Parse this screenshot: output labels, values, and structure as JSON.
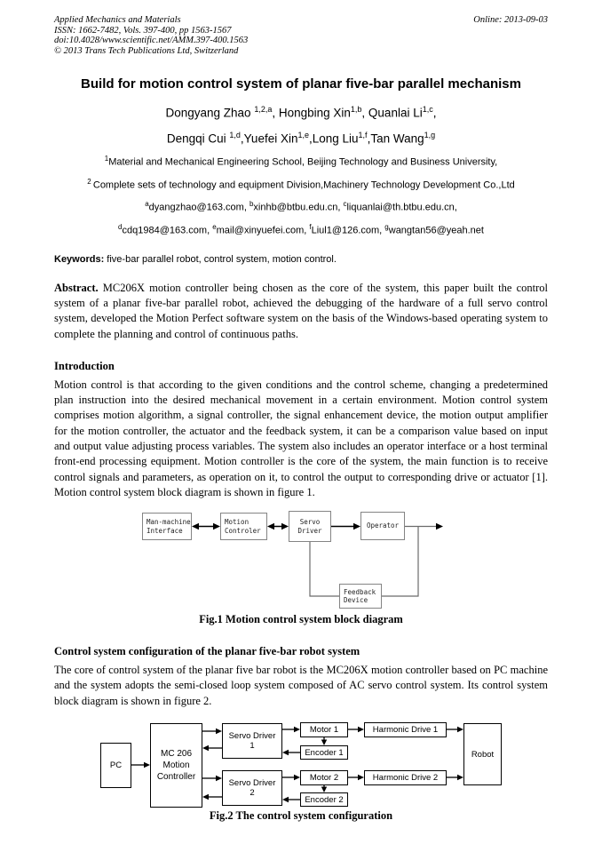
{
  "header": {
    "journal": "Applied Mechanics and Materials",
    "issn_line": "ISSN: 1662-7482, Vols. 397-400, pp 1563-1567",
    "doi_line": "doi:10.4028/www.scientific.net/AMM.397-400.1563",
    "copyright_line": "© 2013 Trans Tech Publications Ltd, Switzerland",
    "online_date": "Online: 2013-09-03"
  },
  "title": "Build for motion control system of planar five-bar parallel mechanism",
  "byline": {
    "line1": [
      "Dongyang Zhao ",
      "1,2,a",
      ", Hongbing Xin",
      "1,b",
      ", Quanlai Li",
      "1,c",
      ","
    ],
    "line2": [
      "Dengqi Cui ",
      "1,d",
      ",Yuefei Xin",
      "1,e",
      ",Long Liu",
      "1,f",
      ",Tan Wang",
      "1,g"
    ]
  },
  "affiliations": {
    "a1_sup": "1",
    "a1_text": "Material and Mechanical Engineering School, Beijing Technology and Business University,",
    "a2_sup": "2 ",
    "a2_text": "Complete sets of technology and equipment Division,Machinery Technology Development Co.,Ltd"
  },
  "emails": {
    "line1": [
      "a",
      "dyangzhao@163.com, ",
      "b",
      "xinhb@btbu.edu.cn, ",
      "c",
      "liquanlai@th.btbu.edu.cn,"
    ],
    "line2": [
      "d",
      "cdq1984@163.com,  ",
      "e",
      "mail@xinyuefei.com,  ",
      "f",
      "Liul1@126.com, ",
      "g",
      "wangtan56@yeah.net"
    ]
  },
  "keywords": {
    "label": "Keywords:",
    "text": " five-bar parallel robot, control system, motion control."
  },
  "abstract": {
    "label": "Abstract.",
    "text": " MC206X motion controller being chosen as the core of the system, this paper built the control system of a planar five-bar parallel robot, achieved the debugging of the hardware of a full servo control system, developed the Motion Perfect software system on the basis of the Windows-based operating system to complete the planning and control of continuous paths."
  },
  "introduction": {
    "heading": "Introduction",
    "body": "Motion control is that according to the given conditions and the control scheme, changing a predetermined plan instruction into the desired mechanical movement in a certain environment. Motion control system comprises motion algorithm, a signal controller, the signal enhancement device, the motion output amplifier for the motion controller, the actuator and the feedback system, it can be a comparison value based on input and output value adjusting process variables. The system also includes an operator interface or a host terminal front-end processing equipment. Motion controller is the core of the system, the main function is to receive control signals and parameters, as operation on it, to control the output to corresponding drive or actuator [1]. Motion control system block diagram is shown in figure 1."
  },
  "fig1": {
    "caption": "Fig.1 Motion control system block diagram",
    "boxes": {
      "mmi": "Man-machine\nInterface",
      "controller": "Motion\nControler",
      "servo": "Servo\nDriver",
      "operator": "Operator",
      "feedback": "Feedback\nDevice"
    }
  },
  "section2": {
    "heading": "Control system configuration of the planar five-bar robot system",
    "body": "The core of control system of the planar five bar robot is the MC206X motion controller based on PC machine and the system adopts the semi-closed loop system composed of AC servo control system. Its control system block diagram is shown in figure 2."
  },
  "fig2": {
    "caption": "Fig.2 The control system configuration",
    "boxes": {
      "pc": "PC",
      "mc": "MC 206\nMotion\nController",
      "sd1": "Servo Driver\n1",
      "motor1": "Motor 1",
      "hd1": "Harmonic Drive 1",
      "enc1": "Encoder 1",
      "sd2": "Servo Driver\n2",
      "motor2": "Motor 2",
      "hd2": "Harmonic Drive 2",
      "enc2": "Encoder 2",
      "robot": "Robot"
    }
  }
}
